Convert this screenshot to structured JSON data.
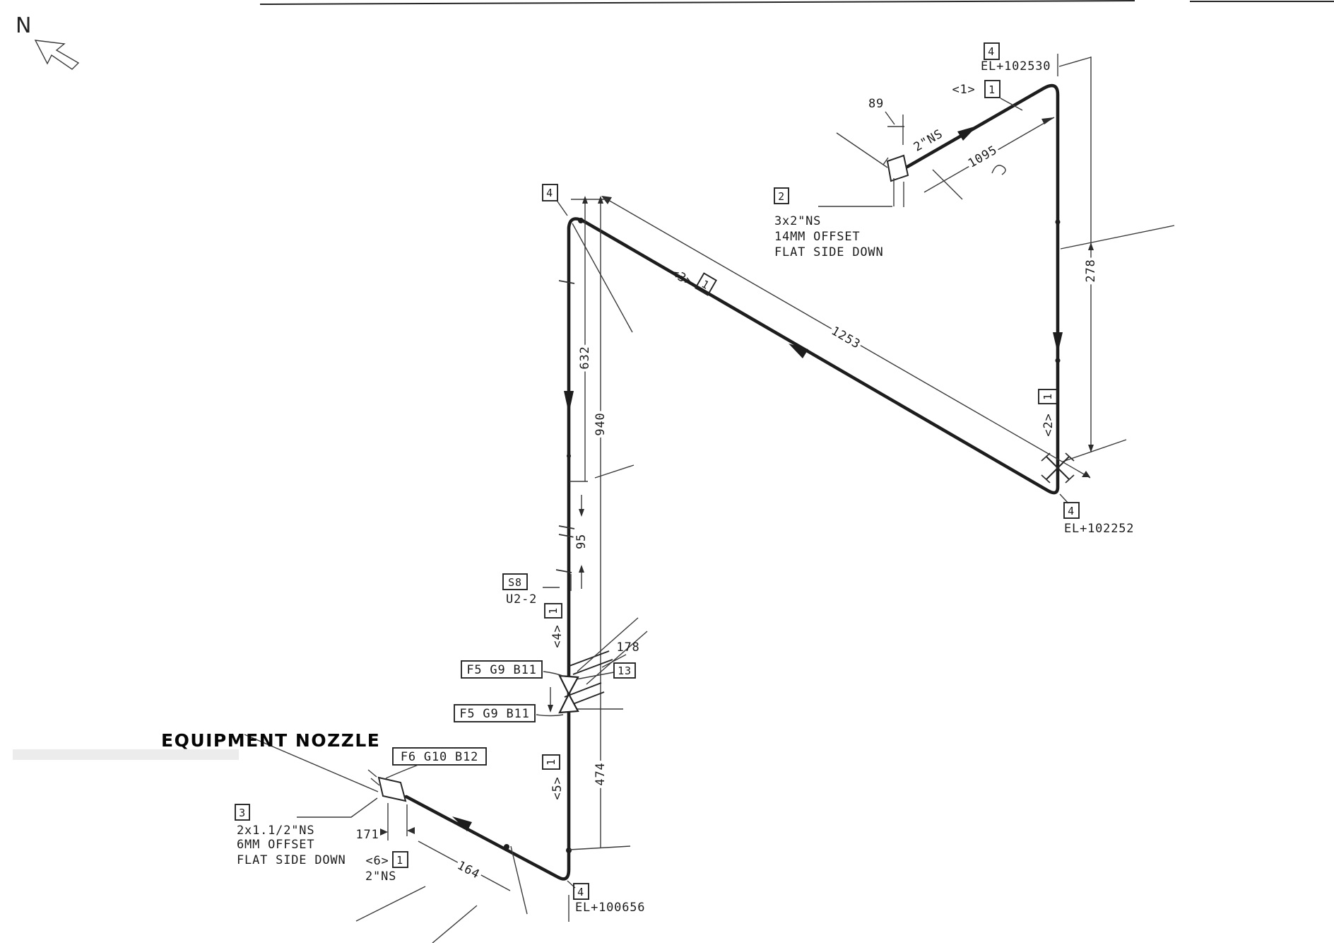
{
  "north_label": "N",
  "elev_top": {
    "item": "4",
    "text": "EL+102530"
  },
  "elev_right": {
    "item": "4",
    "text": "EL+102252"
  },
  "elev_bottom": {
    "item": "4",
    "text": "EL+100656"
  },
  "corner_item_top_left": "4",
  "flow_tags": {
    "f1": {
      "tag": "<1>",
      "item": "1"
    },
    "f2": {
      "tag": "<2>",
      "item": "1"
    },
    "f3": {
      "tag": "<3>",
      "item": "1"
    },
    "f4": {
      "tag": "<4>",
      "item": "1"
    },
    "f5": {
      "tag": "<5>",
      "item": "1"
    },
    "f6": {
      "tag": "<6>",
      "item": "1"
    }
  },
  "dims": {
    "d89": "89",
    "d1095": "1095",
    "d1253": "1253",
    "d278": "278",
    "d632": "632",
    "d940": "940",
    "d95": "95",
    "d178": "178",
    "d474": "474",
    "d171": "171",
    "d164": "164"
  },
  "pipe_size_top": "2\"NS",
  "pipe_size_bottom": "2\"NS",
  "note_offset_top": {
    "item": "2",
    "size": "3x2\"NS",
    "offset": "14MM OFFSET",
    "orient": "FLAT SIDE DOWN"
  },
  "note_offset_bottom": {
    "item": "3",
    "size": "2x1.1/2\"NS",
    "offset": "6MM OFFSET",
    "orient": "FLAT SIDE DOWN"
  },
  "support": {
    "tag": "S8",
    "ref": "U2-2"
  },
  "item_13": "13",
  "flange_label_upper": "F5 G9 B11",
  "flange_label_lower": "F5 G9 B11",
  "flange_label_nozzle": "F6 G10 B12",
  "equipment_nozzle_label": "EQUIPMENT NOZZLE"
}
